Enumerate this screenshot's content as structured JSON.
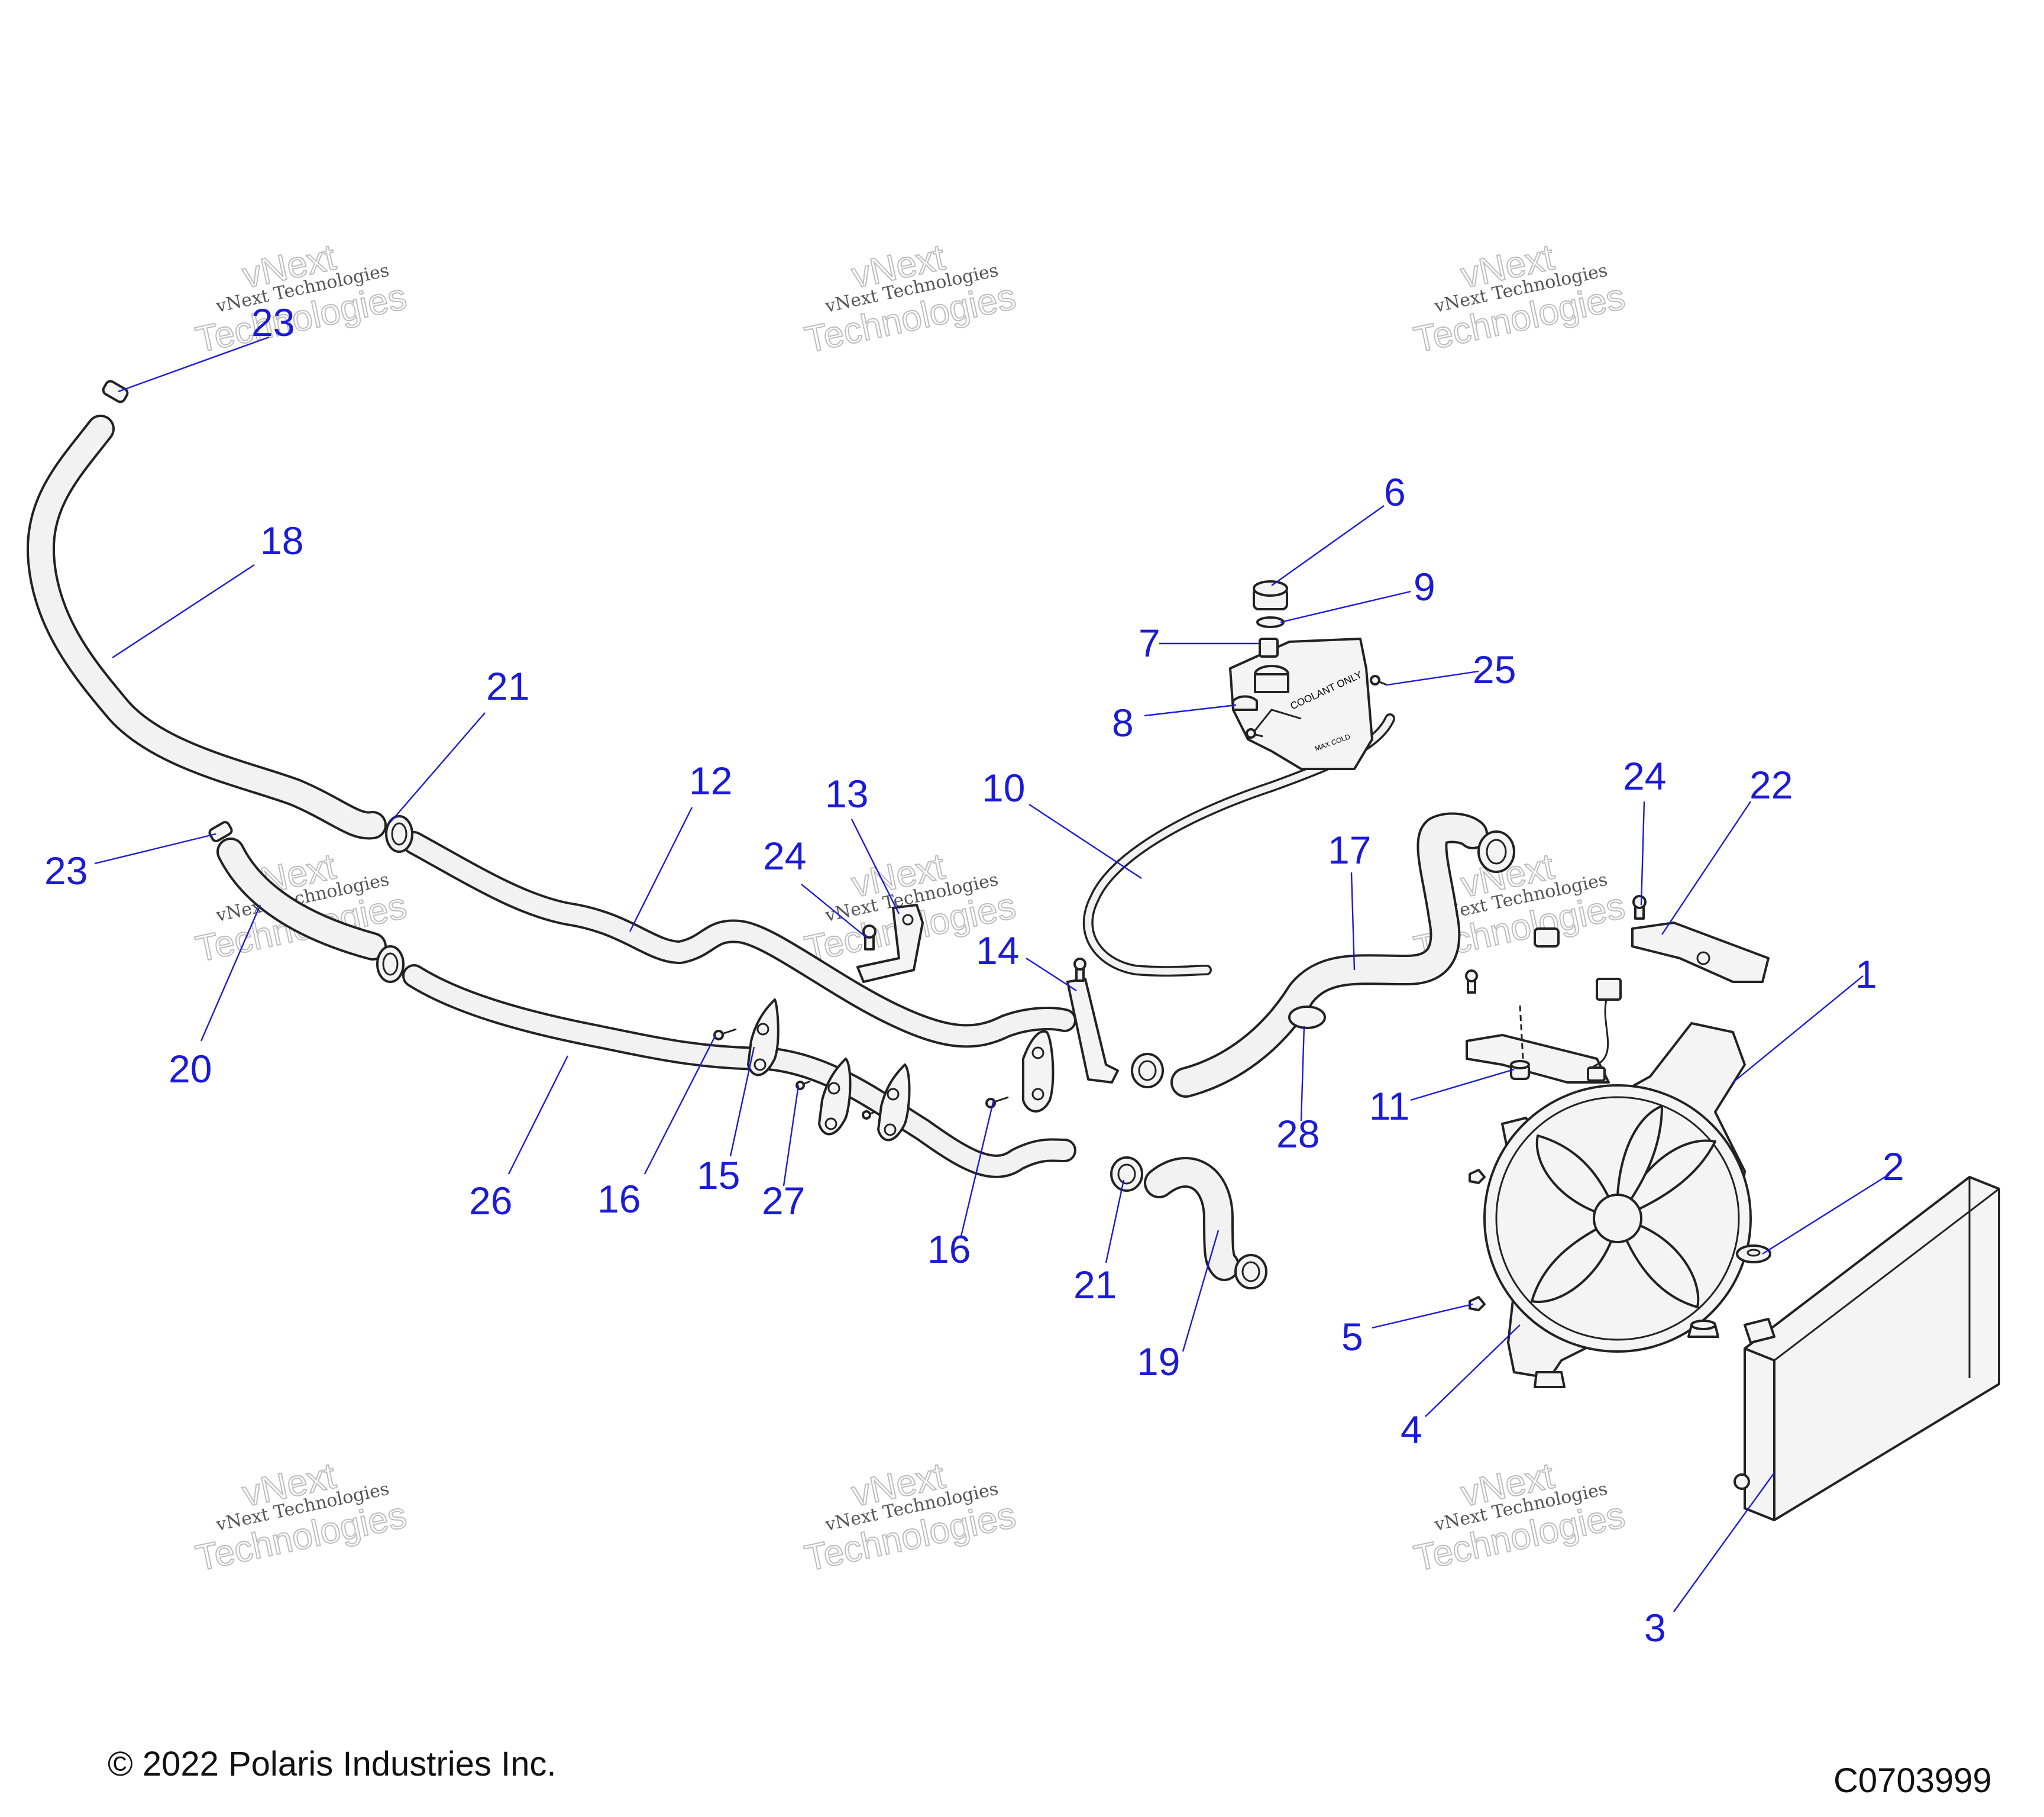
{
  "watermark": {
    "line1": "vNext",
    "line2": "vNext Technologies",
    "line3": "Technologies"
  },
  "footer": {
    "copyright": "© 2022 Polaris Industries Inc.",
    "figure_code": "C0703999"
  },
  "tank_labels": {
    "coolant_only": "COOLANT ONLY",
    "max_cold": "MAX COLD"
  },
  "callouts": {
    "c23a": "23",
    "c18": "18",
    "c21a": "21",
    "c23b": "23",
    "c20": "20",
    "c12": "12",
    "c13": "13",
    "c24a": "24",
    "c26": "26",
    "c16a": "16",
    "c15": "15",
    "c27": "27",
    "c16b": "16",
    "c14": "14",
    "c10": "10",
    "c6": "6",
    "c9": "9",
    "c7": "7",
    "c8": "8",
    "c25": "25",
    "c17": "17",
    "c24b": "24",
    "c22": "22",
    "c1": "1",
    "c11": "11",
    "c28": "28",
    "c21b": "21",
    "c19": "19",
    "c2": "2",
    "c5": "5",
    "c4": "4",
    "c3": "3"
  }
}
